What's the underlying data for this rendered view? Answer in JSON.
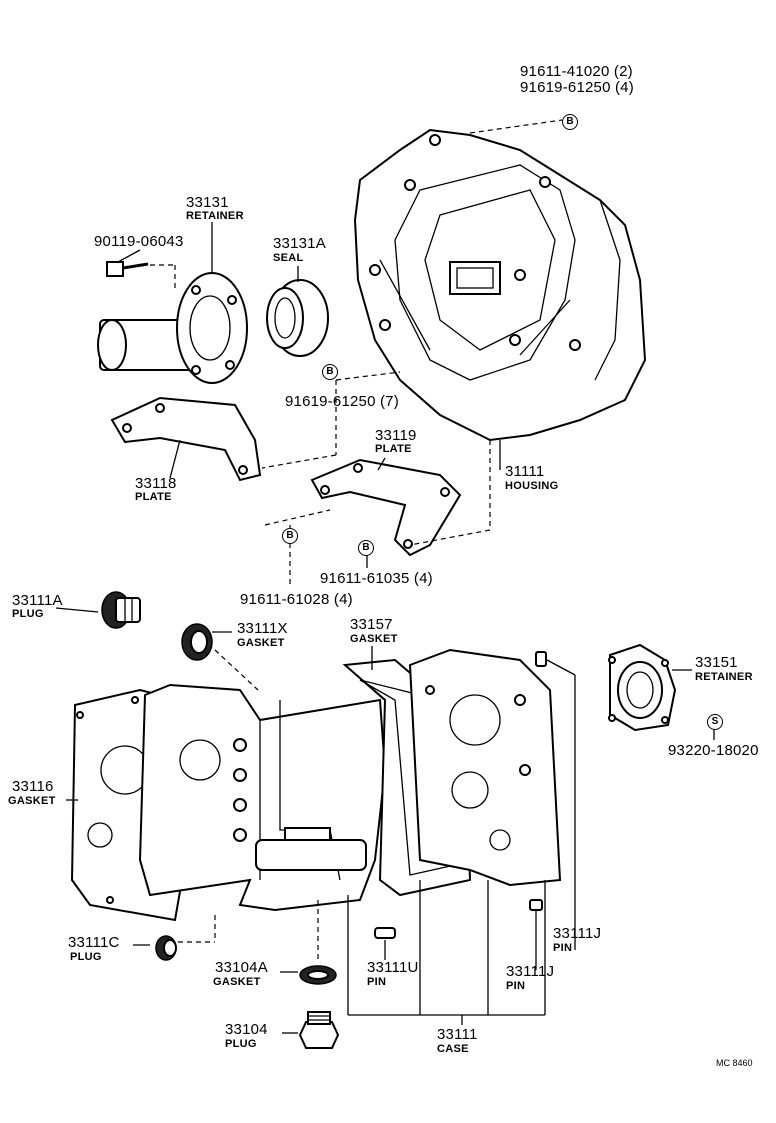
{
  "parts": {
    "p_91611_41020": "91611-41020 (2)",
    "p_91619_61250_4": "91619-61250 (4)",
    "p_33131": "33131",
    "n_retainer_33131": "RETAINER",
    "p_33131A": "33131A",
    "n_seal": "SEAL",
    "p_90119": "90119-06043",
    "p_91619_61250_7": "91619-61250 (7)",
    "p_33119": "33119",
    "n_plate_33119": "PLATE",
    "p_33118": "33118",
    "n_plate_33118": "PLATE",
    "p_31111": "31111",
    "n_housing": "HOUSING",
    "p_91611_61035": "91611-61035 (4)",
    "p_91611_61028": "91611-61028 (4)",
    "p_33111A": "33111A",
    "n_plug_33111A": "PLUG",
    "p_33111X": "33111X",
    "n_gasket_33111X": "GASKET",
    "p_33157": "33157",
    "n_gasket_33157": "GASKET",
    "p_33151": "33151",
    "n_retainer_33151": "RETAINER",
    "p_93220": "93220-18020",
    "p_33116": "33116",
    "n_gasket_33116": "GASKET",
    "p_33111C": "33111C",
    "n_plug_33111C": "PLUG",
    "p_33104A": "33104A",
    "n_gasket_33104A": "GASKET",
    "p_33111U": "33111U",
    "n_pin_33111U": "PIN",
    "p_33111J_a": "33111J",
    "n_pin_33111J_a": "PIN",
    "p_33111J_b": "33111J",
    "n_pin_33111J_b": "PIN",
    "p_33104": "33104",
    "n_plug_33104": "PLUG",
    "p_33111": "33111",
    "n_case": "CASE"
  },
  "callouts": {
    "b1": "B",
    "b2": "B",
    "b3": "B",
    "b4": "B",
    "s1": "S"
  },
  "footer": {
    "code": "MC 8460"
  }
}
